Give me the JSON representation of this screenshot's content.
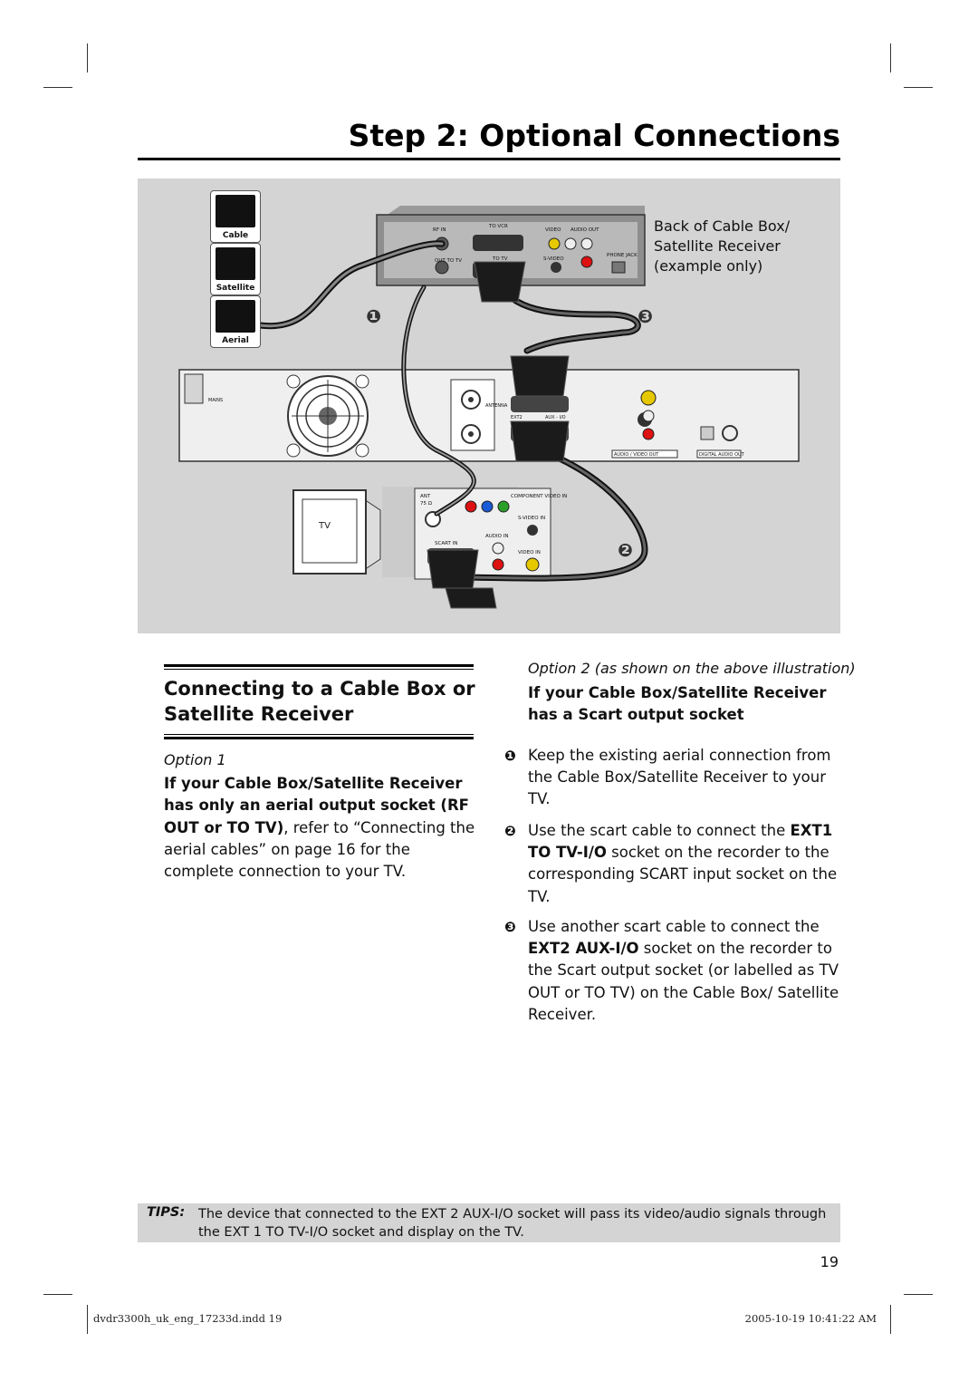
{
  "page": {
    "title": "Step 2: Optional Connections",
    "page_number": "19"
  },
  "figure": {
    "caption_lines": [
      "Back of Cable Box/",
      "Satellite Receiver",
      "(example only)"
    ],
    "source_icons": [
      "Cable",
      "Satellite",
      "Aerial"
    ],
    "tv_label": "TV",
    "step_markers": [
      "❶",
      "❷",
      "❸"
    ],
    "box_labels": {
      "rf_in": "RF IN",
      "to_vcr": "TO VCR",
      "video": "VIDEO",
      "audio_out": "AUDIO OUT",
      "out_to_tv": "OUT TO TV",
      "to_tv": "TO TV",
      "s_video": "S-VIDEO",
      "phone_jack": "PHONE JACK"
    },
    "recorder_labels": {
      "mains": "MAINS",
      "antenna": "ANTENNA",
      "ext2": "EXT2",
      "aux_io": "AUX - I/O",
      "audio_video_out": "AUDIO / VIDEO OUT",
      "digital_audio_out": "DIGITAL AUDIO OUT"
    },
    "tv_panel_labels": {
      "ant": "ANT",
      "ohm": "75 Ω",
      "component_video_in": "COMPONENT VIDEO IN",
      "s_video_in": "S-VIDEO IN",
      "audio_in": "AUDIO IN",
      "scart_in": "SCART IN",
      "video_in": "VIDEO IN"
    }
  },
  "left_section": {
    "heading": "Connecting to a Cable Box or Satellite Receiver",
    "option_label": "Option 1",
    "bold_text": "If your Cable Box/Satellite Receiver has only an aerial output socket (RF OUT or TO TV)",
    "body_text": ", refer to “Connecting the aerial cables” on page 16 for the complete connection to your TV."
  },
  "right_section": {
    "option_label": "Option 2 (as shown on the above illustration)",
    "subheading": "If your Cable Box/Satellite Receiver has a Scart output socket",
    "steps": [
      {
        "num": "❶",
        "text": "Keep the existing aerial connection from the Cable Box/Satellite Receiver to your TV."
      },
      {
        "num": "❷",
        "pre": "Use the scart cable to connect the ",
        "bold": "EXT1 TO TV-I/O",
        "post": " socket on the recorder to the corresponding SCART input socket on the TV."
      },
      {
        "num": "❸",
        "pre": "Use another scart cable to connect the ",
        "bold": "EXT2 AUX-I/O",
        "post": " socket on the recorder to the Scart output socket (or labelled as TV OUT or TO TV) on the Cable Box/ Satellite Receiver."
      }
    ]
  },
  "tips": {
    "label": "TIPS:",
    "text": "The device that connected to the EXT 2 AUX-I/O socket will pass its video/audio signals through the EXT 1 TO TV-I/O socket and display on the TV."
  },
  "footer": {
    "file": "dvdr3300h_uk_eng_17233d.indd   19",
    "timestamp": "2005-10-19   10:41:22 AM"
  }
}
